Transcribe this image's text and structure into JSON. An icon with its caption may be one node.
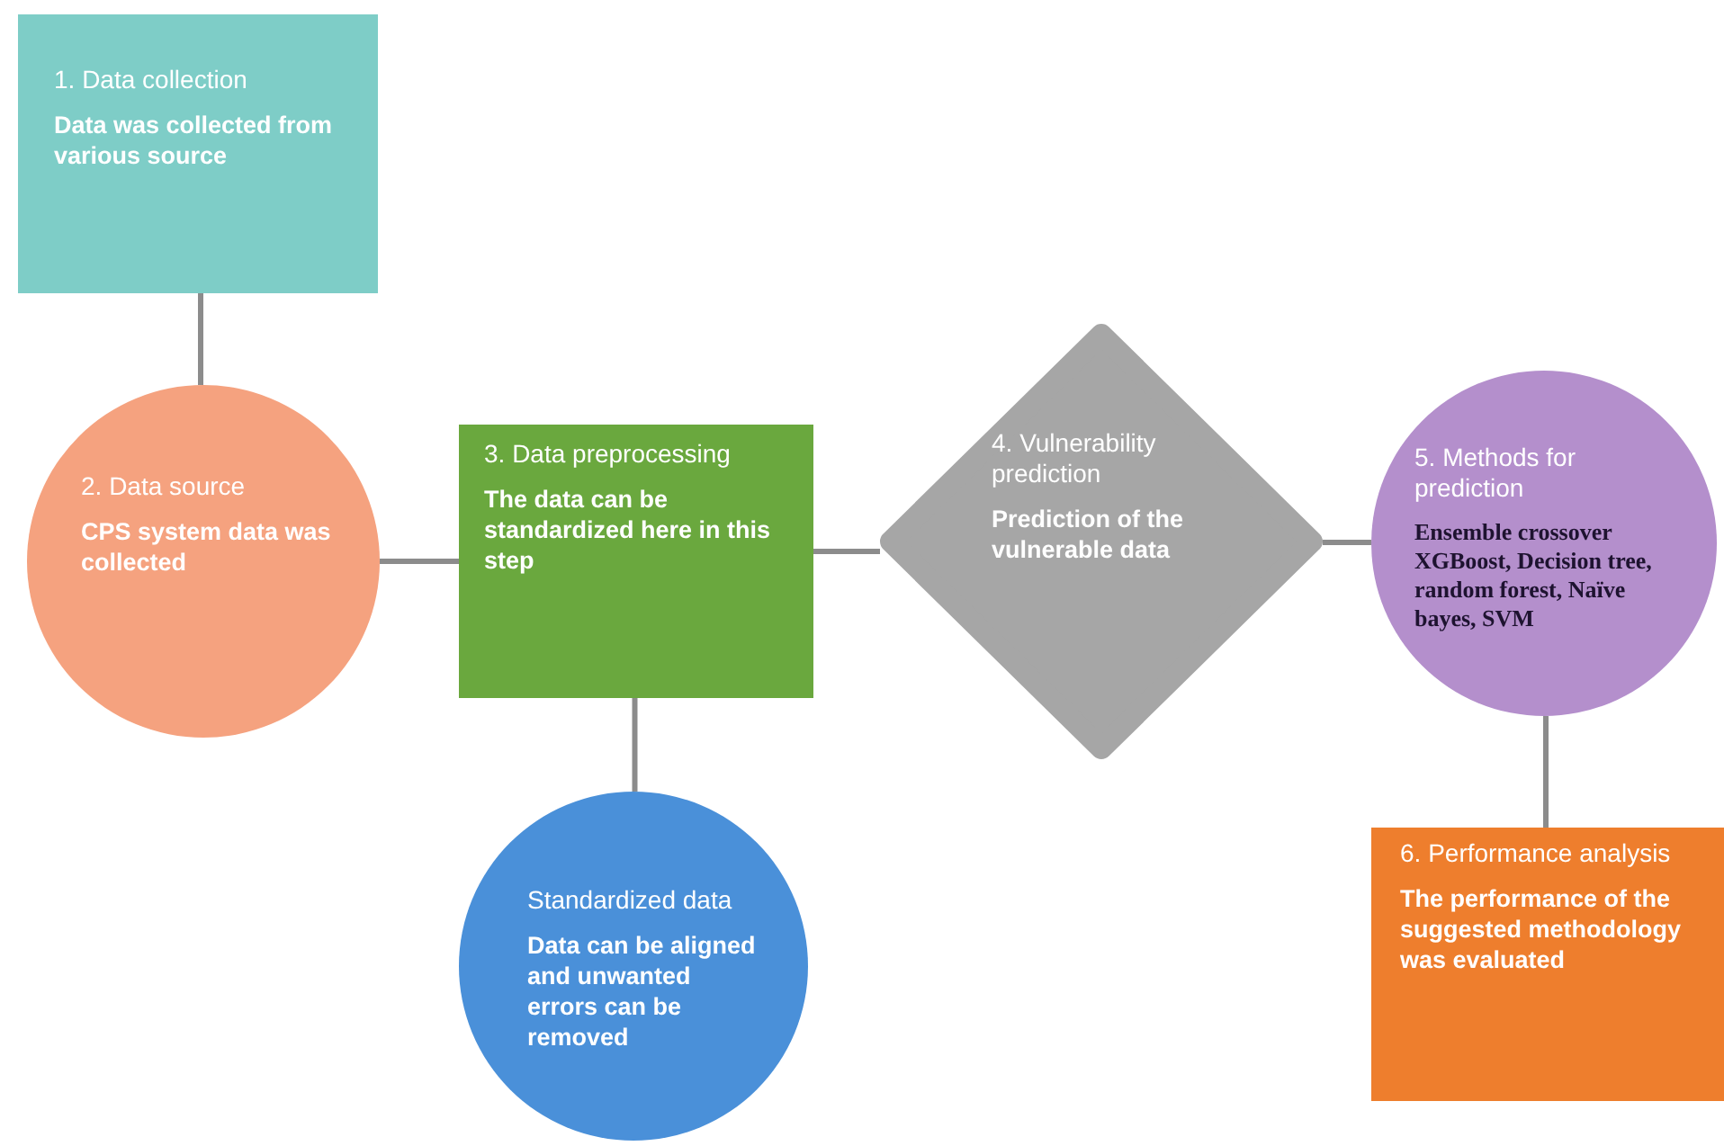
{
  "diagram": {
    "nodes": [
      {
        "text": [
          "1. Data collection",
          "Data was collected from various source"
        ]
      },
      {
        "text": [
          "2. Data source",
          "CPS system data was collected"
        ]
      },
      {
        "text": [
          "3. Data preprocessing",
          "The data can be standardized here in this step"
        ]
      },
      {
        "text": [
          "4. Vulnerability prediction",
          "Prediction of the vulnerable data"
        ]
      },
      {
        "text": [
          "5. Methods for prediction",
          "Ensemble crossover XGBoost, Decision tree, random forest, Naïve bayes, SVM"
        ]
      },
      {
        "text": [
          "Standardized data",
          "Data can be aligned and unwanted errors can be removed"
        ]
      },
      {
        "text": [
          "6. Performance analysis",
          "The performance of the suggested methodology was evaluated"
        ]
      }
    ],
    "edges": [
      {
        "from": 0,
        "to": 1,
        "arrow": "none"
      },
      {
        "from": 1,
        "to": 2,
        "arrow": "none"
      },
      {
        "from": 2,
        "to": 3,
        "arrow": "none"
      },
      {
        "from": 3,
        "to": 4,
        "arrow": "none"
      },
      {
        "from": 2,
        "to": 5,
        "arrow": "none"
      },
      {
        "from": 4,
        "to": 6,
        "arrow": "none"
      }
    ]
  }
}
